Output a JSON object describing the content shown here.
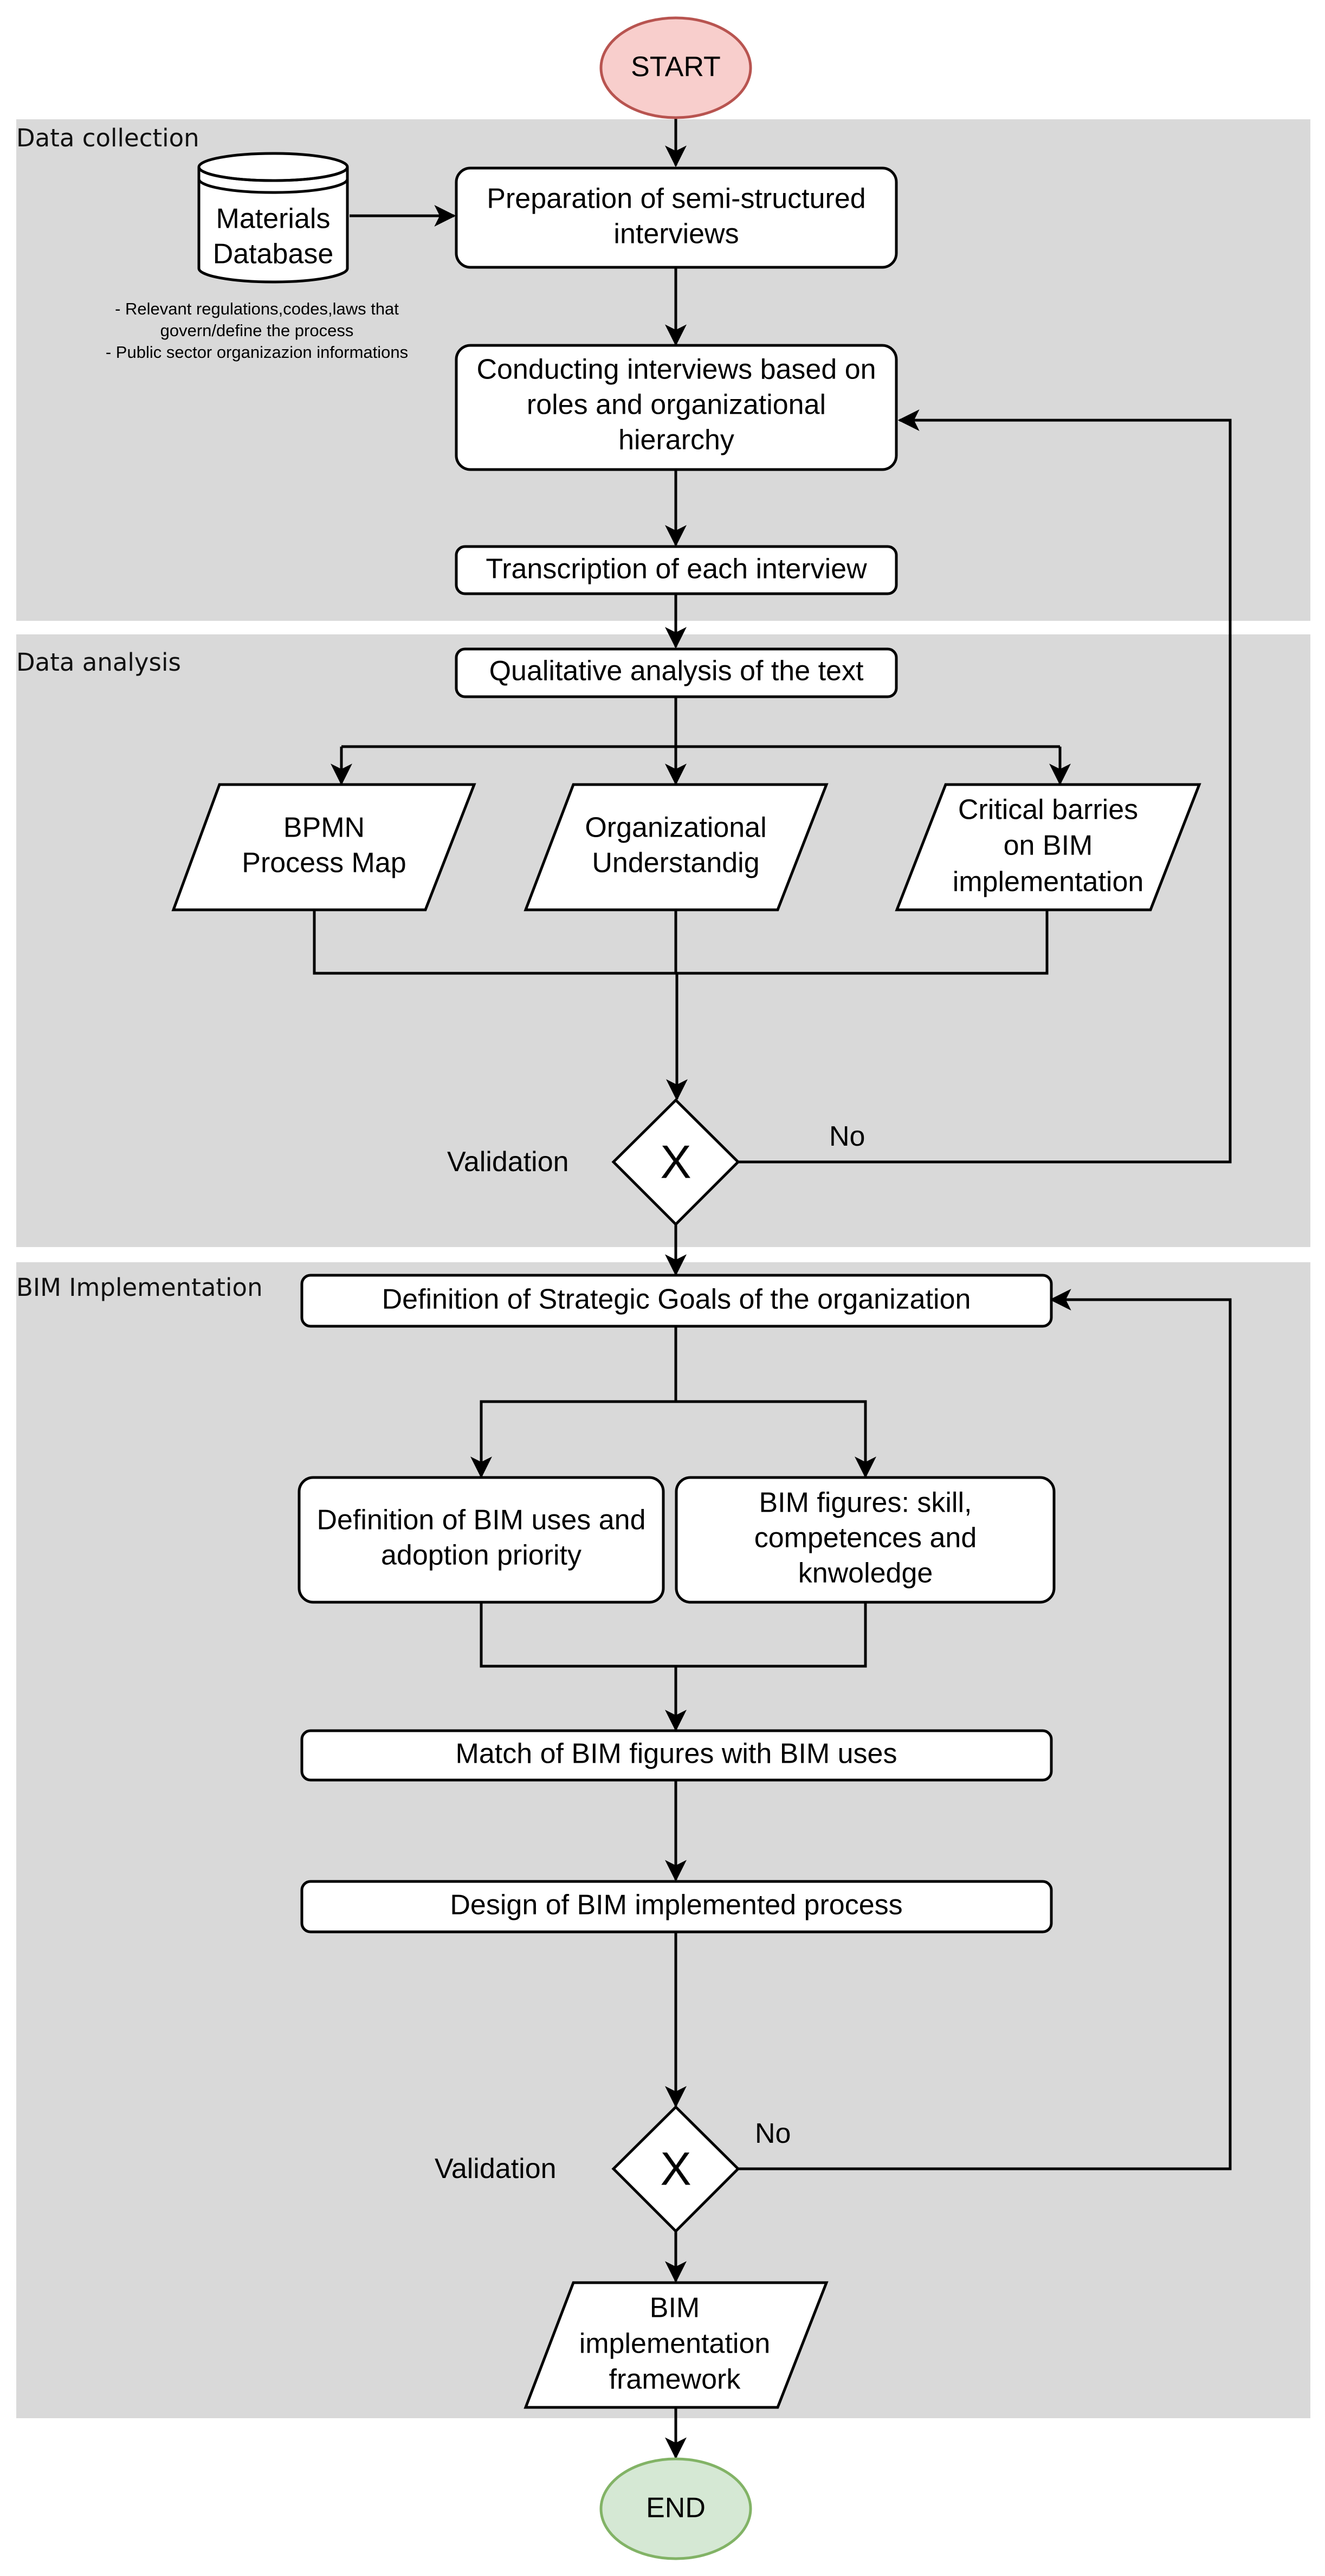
{
  "sections": {
    "data_collection": "Data collection",
    "data_analysis": "Data analysis",
    "bim_implementation": "BIM Implementation"
  },
  "nodes": {
    "start": "START",
    "end": "END",
    "materials_db": [
      "Materials",
      "Database"
    ],
    "prep_interviews": [
      "Preparation of semi-structured",
      "interviews"
    ],
    "conduct_interviews": [
      "Conducting interviews based on",
      "roles and organizational",
      "hierarchy"
    ],
    "transcription": "Transcription of each interview",
    "qual_analysis": "Qualitative analysis of the text",
    "bpmn": [
      "BPMN",
      "Process Map"
    ],
    "org_understanding": [
      "Organizational",
      "Understandig"
    ],
    "critical_barriers": [
      "Critical barries",
      "on BIM",
      "implementation"
    ],
    "validation_1": "Validation",
    "gateway_symbol": "X",
    "no_1": "No",
    "strategic_goals": "Definition of Strategic Goals of the organization",
    "bim_uses": [
      "Definition of BIM uses and",
      "adoption priority"
    ],
    "bim_figures": [
      "BIM figures: skill,",
      "competences and",
      "knwoledge"
    ],
    "match": "Match of BIM figures with BIM uses",
    "design": "Design of BIM  implemented process",
    "validation_2": "Validation",
    "no_2": "No",
    "framework": [
      "BIM",
      "implementation",
      "framework"
    ]
  },
  "note": [
    "- Relevant regulations,codes,laws that",
    "govern/define the process",
    "- Public sector organizazion informations"
  ],
  "colors": {
    "section_bg": "#d9d9d9",
    "start_fill": "#f8cecc",
    "start_stroke": "#b85450",
    "end_fill": "#d5e8d4",
    "end_stroke": "#82b366"
  }
}
